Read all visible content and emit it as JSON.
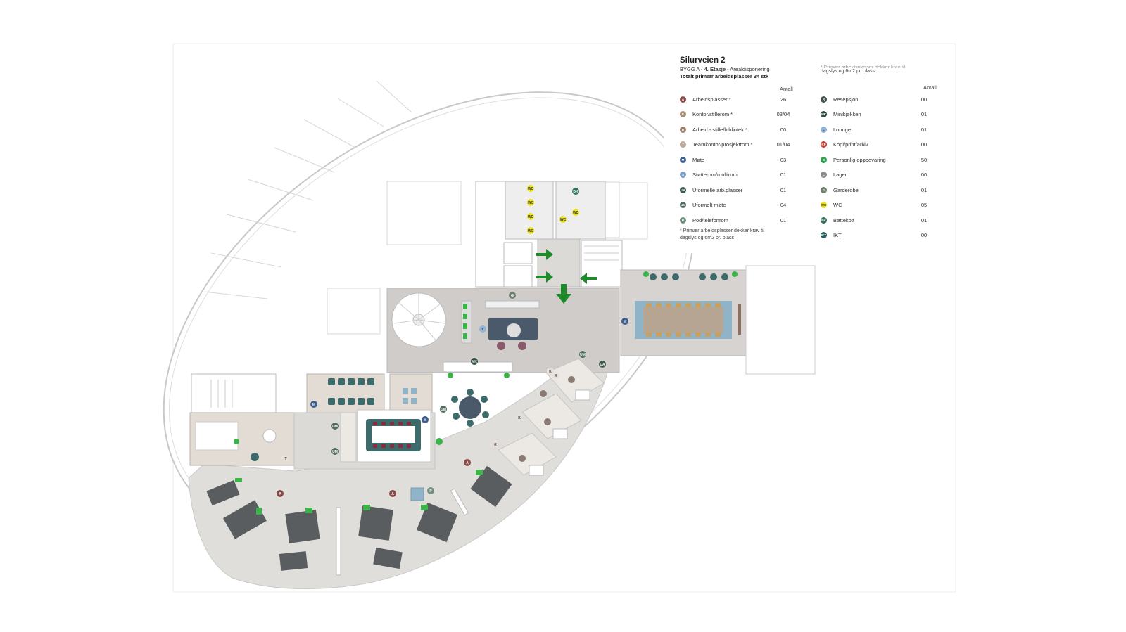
{
  "legend": {
    "title": "Silurveien 2",
    "building": "BYGG A -",
    "floor": "4. Etasje",
    "subtitle_suffix": "- Arealdisponering",
    "total": "Totalt primær arbeidsplasser 34 stk",
    "top_note_cut": "* Primær arbeidsplasser dekker krav til",
    "top_note": "dagslys og 6m2 pr. plass",
    "col_header": "Antall",
    "footnote": "* Primær arbeidsplasser dekker krav til dagslys og 6m2 pr. plass",
    "left_items": [
      {
        "code": "A",
        "label": "Arbeidsplasser *",
        "count": "26",
        "color": "#8a4a4a"
      },
      {
        "code": "K",
        "label": "Kontor/stillerom *",
        "count": "03/04",
        "color": "#a89078"
      },
      {
        "code": "B",
        "label": "Arbeid - stille/bibliotek *",
        "count": "00",
        "color": "#9c7f6a"
      },
      {
        "code": "T",
        "label": "Teamkontor/prosjektrom *",
        "count": "01/04",
        "color": "#b8a898"
      },
      {
        "code": "M",
        "label": "Møte",
        "count": "03",
        "color": "#3d5f8f"
      },
      {
        "code": "S",
        "label": "Støtterom/multirom",
        "count": "01",
        "color": "#7b9cc4"
      },
      {
        "code": "UA",
        "label": "Uformelle arb.plasser",
        "count": "01",
        "color": "#3d5a4e"
      },
      {
        "code": "UM",
        "label": "Uformelt møte",
        "count": "04",
        "color": "#4f6b5d"
      },
      {
        "code": "P",
        "label": "Pod/telefonrom",
        "count": "01",
        "color": "#6f8f7f"
      }
    ],
    "right_items": [
      {
        "code": "R",
        "label": "Resepsjon",
        "count": "00",
        "color": "#3f4f4f"
      },
      {
        "code": "MK",
        "label": "Minikjøkken",
        "count": "01",
        "color": "#2f4f3f"
      },
      {
        "code": "L",
        "label": "Lounge",
        "count": "01",
        "color": "#8fb4d8"
      },
      {
        "code": "KP",
        "label": "Kopi/print/arkiv",
        "count": "00",
        "color": "#c0392b"
      },
      {
        "code": "O",
        "label": "Personlig oppbevaring",
        "count": "50",
        "color": "#2e9e4f"
      },
      {
        "code": "L",
        "label": "Lager",
        "count": "00",
        "color": "#888888"
      },
      {
        "code": "G",
        "label": "Garderobe",
        "count": "01",
        "color": "#6f7f6f"
      },
      {
        "code": "WC",
        "label": "WC",
        "count": "05",
        "color": "#e8e020"
      },
      {
        "code": "BK",
        "label": "Bøttekott",
        "count": "01",
        "color": "#2f6f5f"
      },
      {
        "code": "IKT",
        "label": "IKT",
        "count": "00",
        "color": "#1f5f5f"
      }
    ]
  },
  "plan_markers": {
    "A": "A",
    "K": "K",
    "M": "M",
    "UM": "UM",
    "UA": "UA",
    "L": "L",
    "G": "G",
    "P": "P",
    "T": "T",
    "MK": "MK",
    "WC": "WC",
    "BK": "BK"
  },
  "colors": {
    "floor_grey": "#dedcda",
    "core_grey": "#c9c6c3",
    "meeting_blue": "#8fb4c8",
    "desk_dark": "#5a5d60",
    "plant_green": "#3cb44a",
    "arrow_green": "#1f8a2a",
    "wall_line": "#bfbfbf"
  }
}
